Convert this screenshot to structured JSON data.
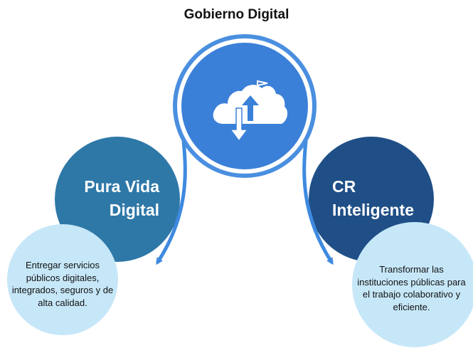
{
  "title": "Gobierno Digital",
  "colors": {
    "top_circle": "#3b80d8",
    "top_ring": "#4a8fe0",
    "left_circle": "#2e78a8",
    "right_circle": "#1f4f86",
    "light_circle": "#c6e7f8",
    "arrow": "#3f8ae0"
  },
  "icon": "cloud-upload-download-icon",
  "left": {
    "label_line1": "Pura Vida",
    "label_line2": "Digital",
    "description": [
      "Entregar servicios",
      "públicos digitales,",
      "integrados, seguros y de",
      "alta calidad."
    ]
  },
  "right": {
    "label_line1": "CR",
    "label_line2": "Inteligente",
    "description": [
      "Transformar las",
      "instituciones públicas para",
      "el trabajo colaborativo y",
      "eficiente."
    ]
  }
}
